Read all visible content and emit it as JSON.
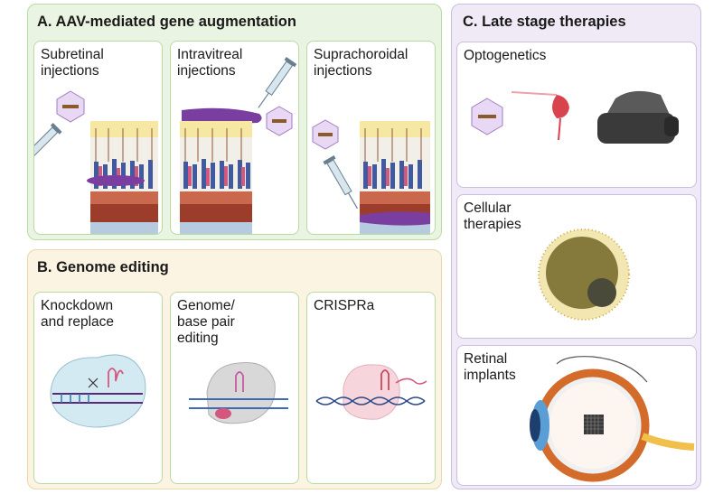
{
  "panels": {
    "a": {
      "title": "A. AAV-mediated gene augmentation",
      "cards": [
        {
          "label": "Subretinal\ninjections"
        },
        {
          "label": "Intravitreal\ninjections"
        },
        {
          "label": "Suprachoroidal\ninjections"
        }
      ]
    },
    "b": {
      "title": "B. Genome editing",
      "cards": [
        {
          "label": "Knockdown\nand replace"
        },
        {
          "label": "Genome/\nbase pair\nediting"
        },
        {
          "label": "CRISPRa"
        }
      ]
    },
    "c": {
      "title": "C. Late stage therapies",
      "cards": [
        {
          "label": "Optogenetics"
        },
        {
          "label": "Cellular\ntherapies"
        },
        {
          "label": "Retinal\nimplants"
        }
      ]
    }
  },
  "colors": {
    "panel_a_bg": "#eaf4e2",
    "panel_b_bg": "#fbf4e3",
    "panel_c_bg": "#efeaf6",
    "aav_purple": "#7a3ea0",
    "retina_photoreceptor_blue": "#3f5a9e",
    "retina_pink": "#d4577d",
    "rpe_red": "#a8442f"
  },
  "icons": [
    "syringe-icon",
    "aav-capsid-icon",
    "retina-layers-icon",
    "dna-strand-icon",
    "neuron-icon",
    "vr-headset-icon",
    "cell-icon",
    "eye-implant-icon"
  ]
}
